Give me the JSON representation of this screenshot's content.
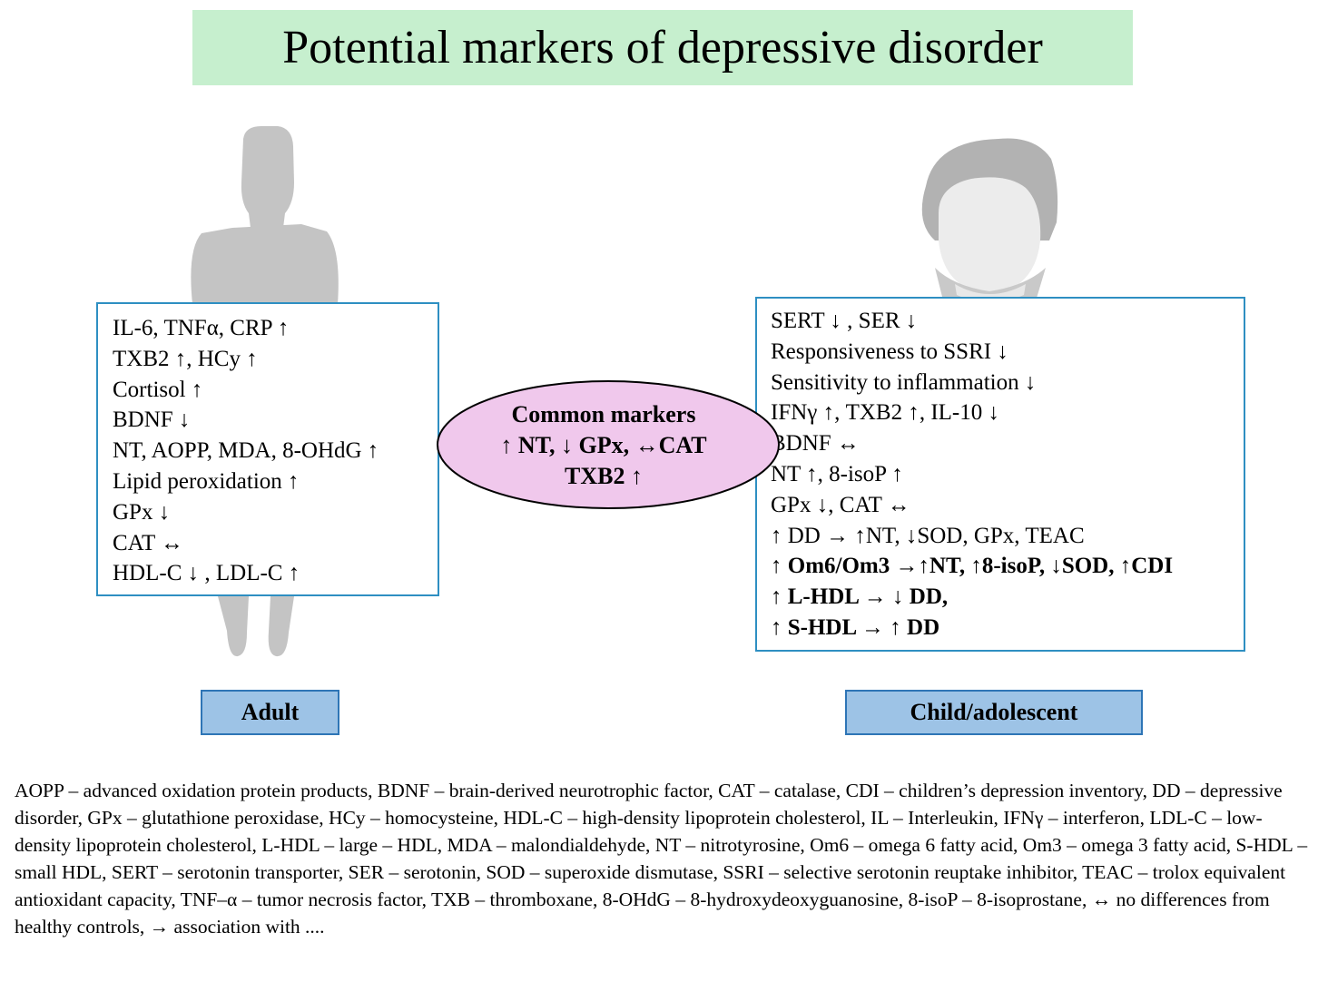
{
  "title": "Potential markers of depressive disorder",
  "adult": {
    "label": "Adult",
    "markers": [
      "IL-6, TNFα, CRP ↑",
      "TXB2 ↑,  HCy ↑",
      "Cortisol ↑",
      "BDNF ↓",
      "NT, AOPP, MDA, 8-OHdG ↑",
      "Lipid peroxidation ↑",
      "GPx ↓",
      "CAT ↔",
      "HDL-C ↓ , LDL-C ↑"
    ]
  },
  "common": {
    "lines": [
      "Common markers",
      "↑ NT, ↓ GPx, ↔CAT",
      "TXB2 ↑"
    ]
  },
  "child": {
    "label": "Child/adolescent",
    "markers": [
      "SERT ↓ ,  SER ↓",
      "Responsiveness to SSRI ↓",
      "Sensitivity to inflammation ↓",
      "IFNγ ↑,  TXB2 ↑, IL-10 ↓",
      "BDNF ↔",
      "NT ↑, 8-isoP ↑",
      "GPx ↓, CAT ↔",
      "↑ DD → ↑NT, ↓SOD, GPx, TEAC",
      "↑ Om6/Om3 →↑NT, ↑8-isoP, ↓SOD, ↑CDI",
      "↑ L-HDL → ↓ DD,",
      "↑ S-HDL → ↑ DD"
    ]
  },
  "legend": "AOPP – advanced oxidation protein products, BDNF – brain-derived neurotrophic factor, CAT – catalase, CDI – children’s depression inventory, DD – depressive disorder, GPx – glutathione peroxidase, HCy – homocysteine, HDL-C – high-density lipoprotein cholesterol, IL – Interleukin, IFNγ – interferon, LDL-C – low-density lipoprotein cholesterol, L-HDL – large – HDL, MDA – malondialdehyde, NT – nitrotyrosine, Om6 – omega 6 fatty acid, Om3 – omega 3 fatty acid, S-HDL – small HDL, SERT – serotonin transporter, SER – serotonin, SOD – superoxide dismutase, SSRI – selective serotonin reuptake inhibitor, TEAC – trolox equivalent antioxidant capacity, TNF–α – tumor necrosis factor, TXB – thromboxane, 8-OHdG – 8-hydroxydeoxyguanosine, 8-isoP – 8-isoprostane, ↔ no differences from healthy controls, → association with ....",
  "colors": {
    "title_banner": "#c6efce",
    "box_border": "#2e8fc2",
    "ellipse_fill": "#f0c8ec",
    "label_fill": "#9dc3e6",
    "label_border": "#2e75b6",
    "silhouette": "#c4c4c4"
  },
  "icons": [
    "adult-silhouette-icon",
    "child-avatar-icon"
  ]
}
